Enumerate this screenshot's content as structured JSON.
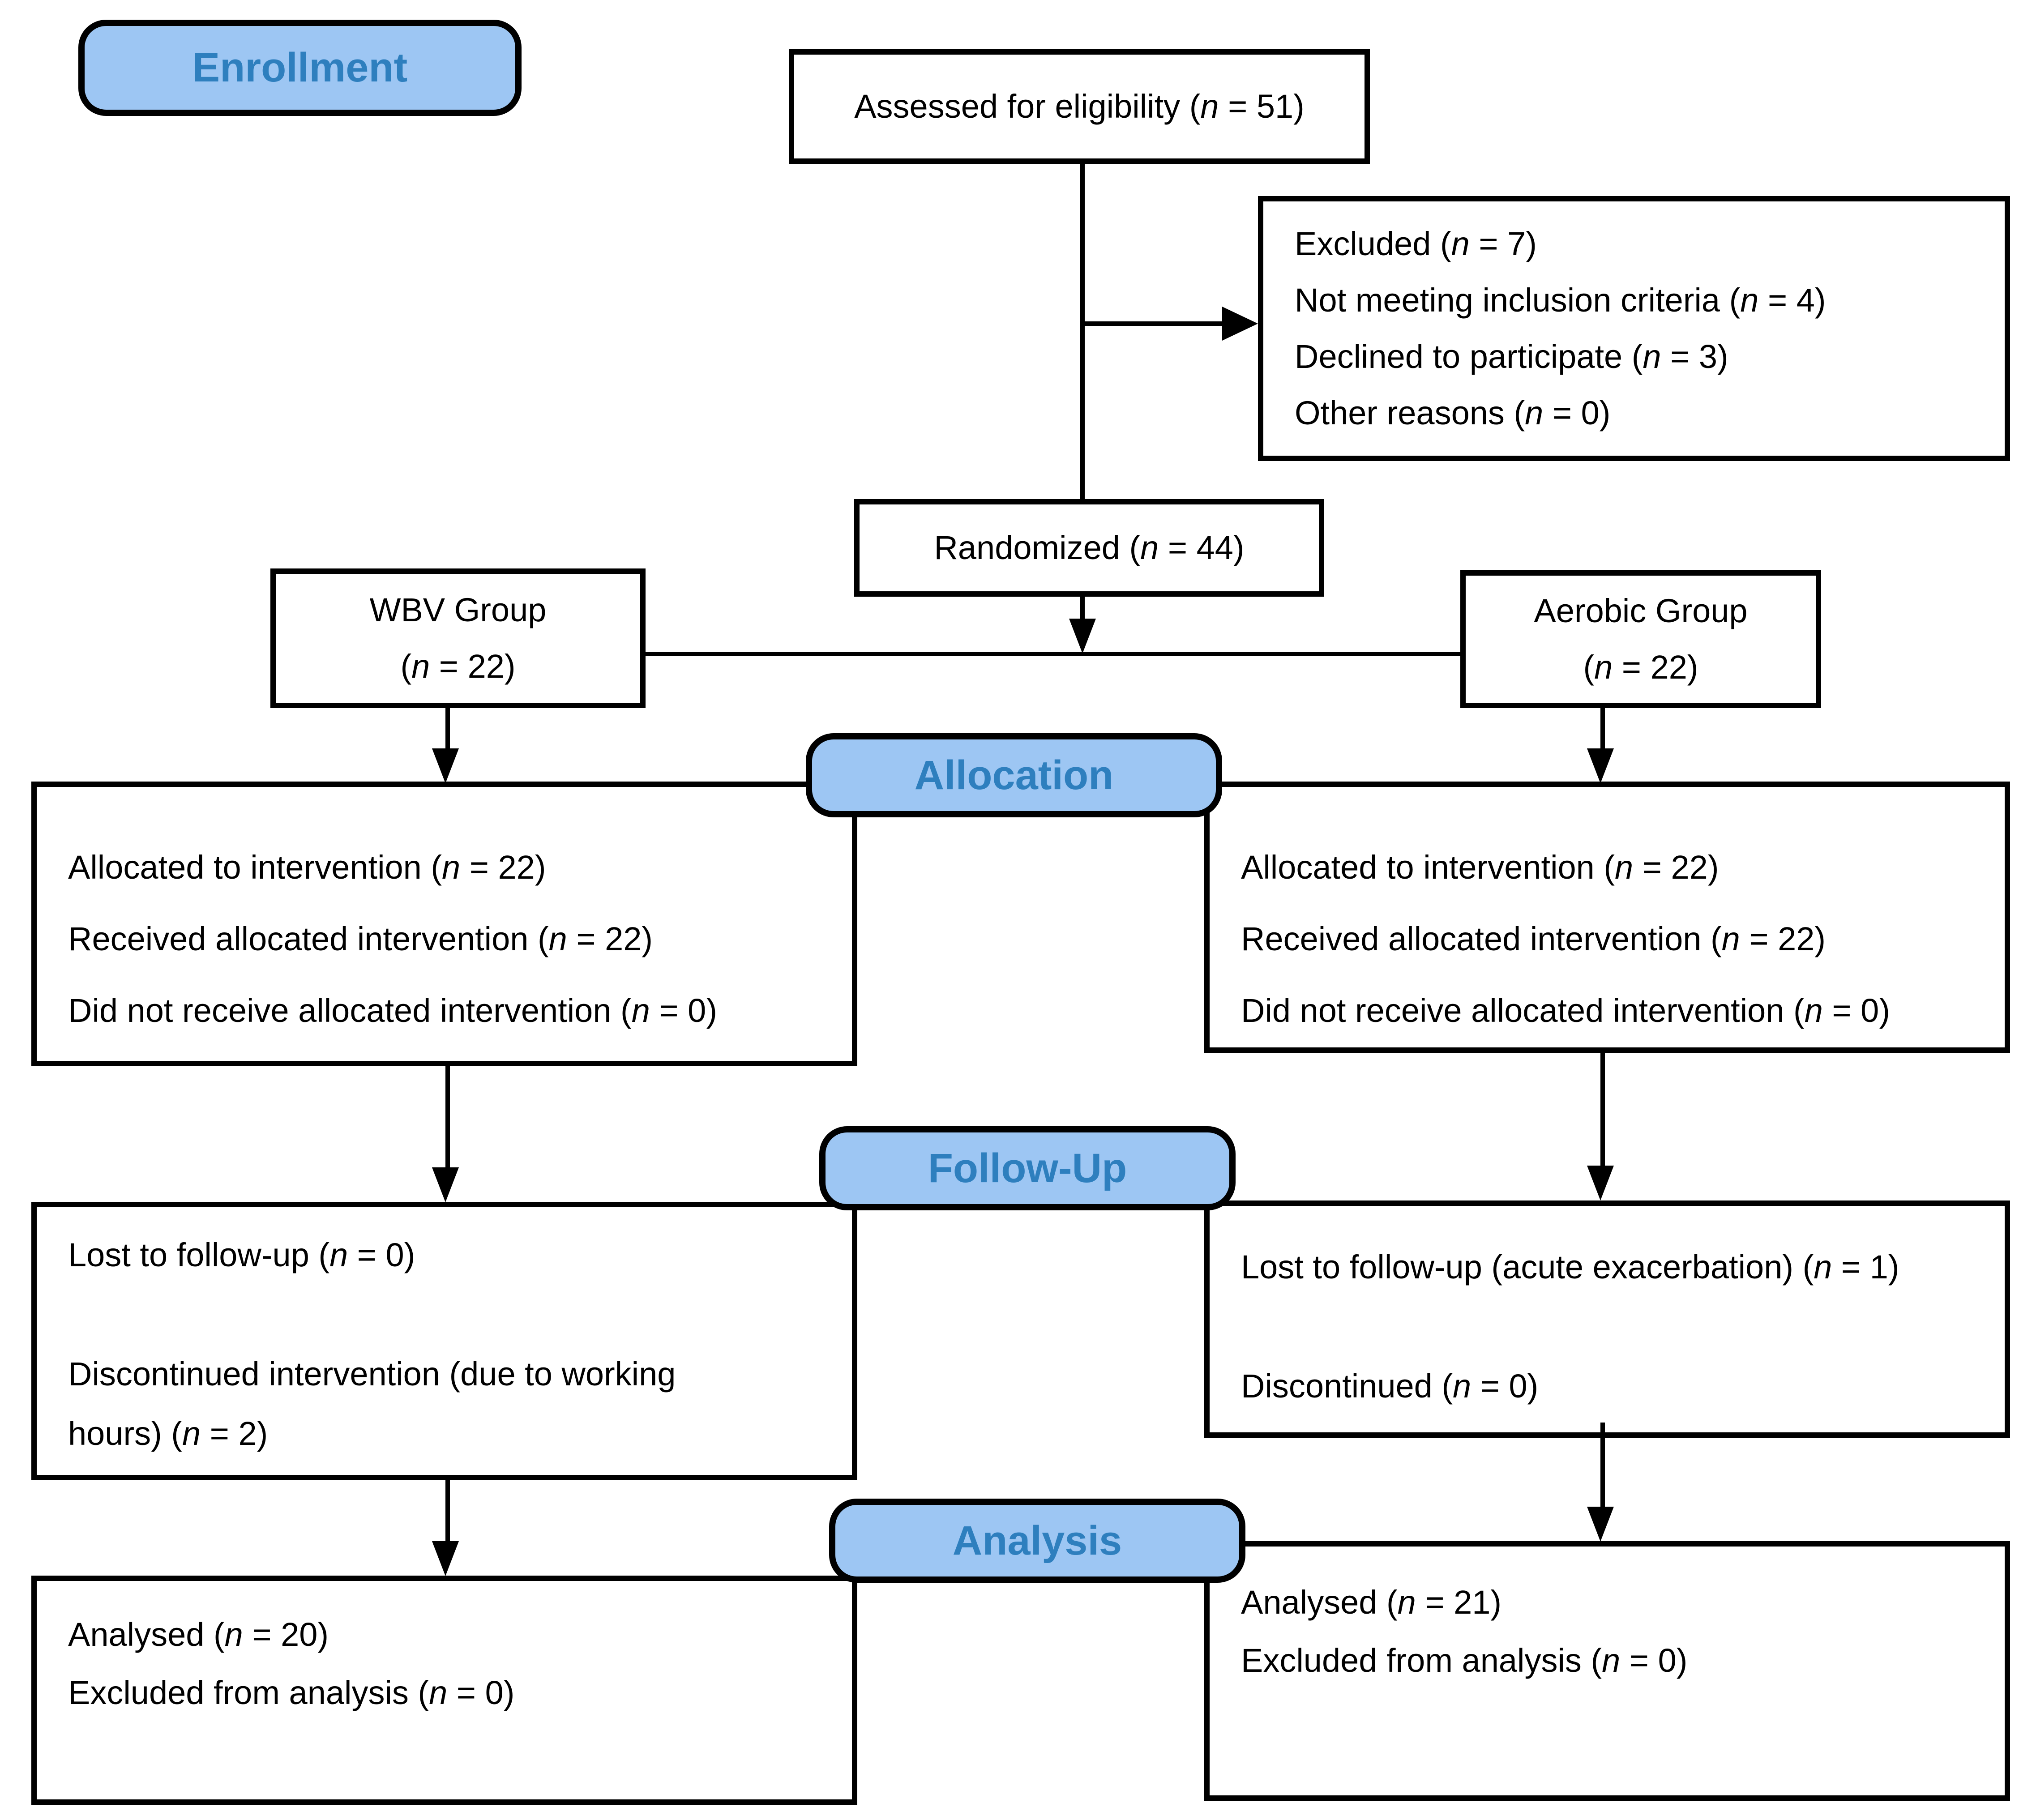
{
  "colors": {
    "pill_fill": "#9DC6F3",
    "pill_text": "#2E7FBE",
    "box_border": "#000000",
    "box_fill": "#ffffff",
    "text": "#000000"
  },
  "stages": {
    "enrollment": "Enrollment",
    "allocation": "Allocation",
    "followup": "Follow-Up",
    "analysis": "Analysis"
  },
  "boxes": {
    "assessed": {
      "text": "Assessed for eligibility (n = 51)"
    },
    "excluded": {
      "lines": [
        "Excluded (n = 7)",
        "Not meeting inclusion criteria (n  = 4)",
        "Declined to participate (n  = 3)",
        "Other reasons (n  = 0)"
      ]
    },
    "randomized": {
      "text": "Randomized (n = 44)"
    },
    "wbv_group": {
      "line1": "WBV Group",
      "line2": "(n = 22)"
    },
    "aerobic_group": {
      "line1": "Aerobic Group",
      "line2": "(n = 22)"
    },
    "wbv_allocation": {
      "lines": [
        "Allocated to intervention (n = 22)",
        "Received allocated intervention (n = 22)",
        "Did not receive allocated intervention (n = 0)"
      ]
    },
    "aerobic_allocation": {
      "lines": [
        "Allocated to intervention (n = 22)",
        "Received allocated intervention (n = 22)",
        "Did not receive allocated intervention (n = 0)"
      ]
    },
    "wbv_followup": {
      "lines": [
        "Lost to follow-up (n = 0)",
        "Discontinued intervention (due to working hours) (n = 2)"
      ]
    },
    "aerobic_followup": {
      "lines": [
        "Lost to follow-up (acute exacerbation) (n = 1)",
        "Discontinued (n = 0)"
      ]
    },
    "wbv_analysis": {
      "lines": [
        "Analysed (n = 20)",
        "Excluded from analysis (n = 0)"
      ]
    },
    "aerobic_analysis": {
      "lines": [
        "Analysed (n = 21)",
        "Excluded from analysis (n =  0)"
      ]
    }
  }
}
